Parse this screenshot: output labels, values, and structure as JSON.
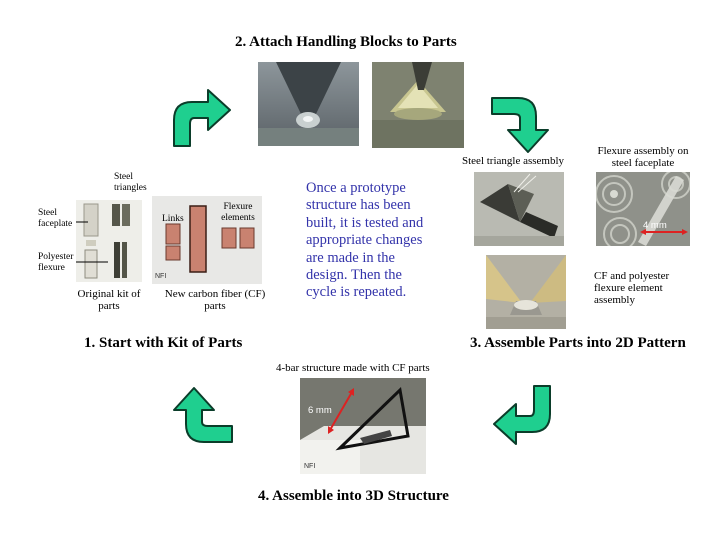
{
  "steps": {
    "step1": "1.  Start with Kit of Parts",
    "step2": "2.  Attach Handling Blocks to Parts",
    "step3": "3.  Assemble Parts into 2D Pattern",
    "step4": "4.  Assemble into 3D Structure"
  },
  "center_text": "Once a prototype structure has been built, it is tested and appropriate changes are made in the design. Then the cycle is repeated.",
  "kit": {
    "steel_faceplate": "Steel faceplate",
    "steel_triangles": "Steel triangles",
    "polyester_flexure": "Polyester flexure",
    "original_kit": "Original kit of parts",
    "links": "Links",
    "flexure_elements": "Flexure elements",
    "new_cf_parts": "New carbon fiber (CF) parts",
    "nfi": "NFI"
  },
  "assembly": {
    "steel_triangle_assembly": "Steel triangle assembly",
    "flexure_assembly": "Flexure assembly on steel faceplate",
    "scale_4mm": "4 mm",
    "cf_polyester": "CF and polyester flexure element assembly"
  },
  "structure": {
    "four_bar": "4-bar structure made with CF parts",
    "scale_6mm": "6 mm",
    "nfi": "NFI"
  },
  "colors": {
    "arrow_fill": "#1fcf8f",
    "arrow_stroke": "#0b3d2a",
    "center_text": "#3333aa",
    "scale_bar": "#dd2222"
  }
}
